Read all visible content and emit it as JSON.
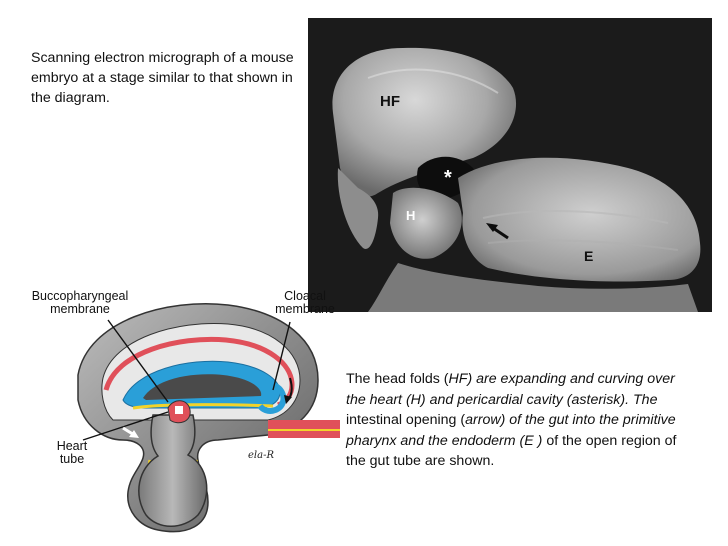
{
  "caption_top": "Scanning electron micrograph of a mouse embryo at a stage similar to that shown in the diagram.",
  "caption_bottom": {
    "p1": "The head folds (",
    "p2": "HF) are expanding and curving over the heart (H) and pericardial cavity (asterisk). The",
    "p3": " intestinal opening (",
    "p4": "arrow) of the gut into the primitive pharynx and the endoderm (E )",
    "p5": " of the open region of the gut tube are shown."
  },
  "micrograph_labels": {
    "hf": "HF",
    "asterisk": "*",
    "h": "H",
    "e": "E"
  },
  "diagram_labels": {
    "bucco_line1": "Buccopharyngeal",
    "bucco_line2": "membrane",
    "cloacal_line1": "Cloacal",
    "cloacal_line2": "membrane",
    "heart_line1": "Heart",
    "heart_line2": "tube",
    "signature": "ela-R"
  },
  "colors": {
    "ectoderm_grey": "#8a8a8a",
    "endoderm_blue": "#2a9fd8",
    "mesoderm_red": "#e0505a",
    "notochord_yellow": "#f2d32a",
    "sem_dark": "#1b1b1b"
  }
}
